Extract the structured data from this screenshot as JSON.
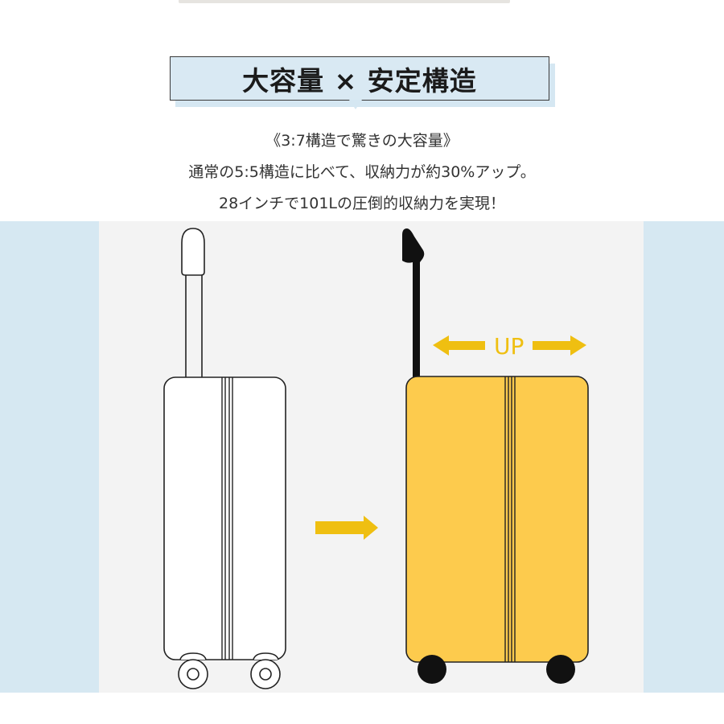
{
  "heading": {
    "title": "大容量 × 安定構造"
  },
  "description": {
    "line1": "《3:7構造で驚きの大容量》",
    "line2": "通常の5:5構造に比べて、収納力が約30%アップ。",
    "line3": "28インチで101Lの圧倒的収納力を実現！"
  },
  "illustration": {
    "up_label": "UP",
    "before_icon": "suitcase-outline-icon",
    "after_icon": "suitcase-yellow-icon",
    "arrow_icon": "arrow-right-icon"
  },
  "colors": {
    "accent_yellow": "#fdcb4d",
    "arrow_yellow": "#efbf11",
    "panel_blue": "#d6e8f2",
    "panel_gray": "#f3f3f3"
  }
}
